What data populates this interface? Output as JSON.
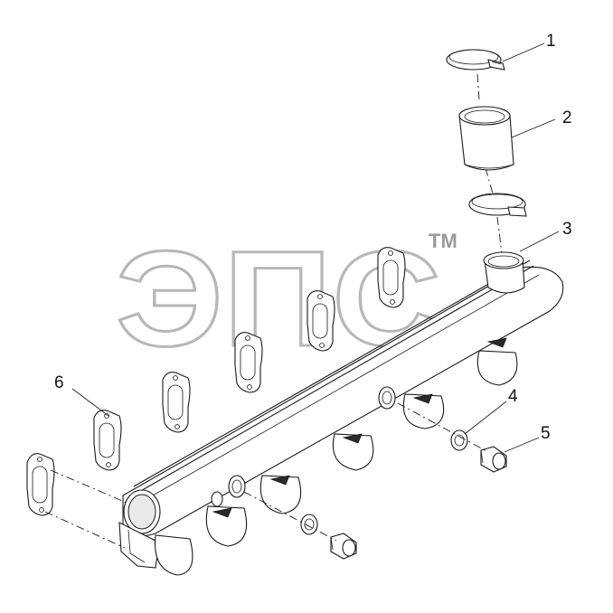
{
  "watermark": {
    "text": "ЭПС",
    "trademark": "TM"
  },
  "callouts": [
    {
      "id": "1",
      "label": "1"
    },
    {
      "id": "2",
      "label": "2"
    },
    {
      "id": "3",
      "label": "3"
    },
    {
      "id": "4",
      "label": "4"
    },
    {
      "id": "5",
      "label": "5"
    },
    {
      "id": "6",
      "label": "6"
    }
  ],
  "parts": [
    {
      "callout": "1",
      "icon": "hose-clamp-icon"
    },
    {
      "callout": "2",
      "icon": "hose-sleeve-icon"
    },
    {
      "callout": "3",
      "icon": "exhaust-manifold-icon"
    },
    {
      "callout": "4",
      "icon": "sealing-washer-icon"
    },
    {
      "callout": "5",
      "icon": "plug-bolt-icon"
    },
    {
      "callout": "6",
      "icon": "manifold-gasket-icon"
    }
  ]
}
